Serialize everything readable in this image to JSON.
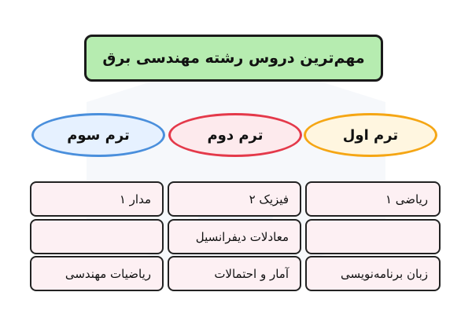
{
  "title": "مهم‌ترین دروس رشته مهندسی برق",
  "terms": [
    {
      "label": "ترم اول",
      "color": "#f5a614",
      "courses": [
        "ریاضی ۱",
        "",
        "زبان برنامه‌نویسی"
      ]
    },
    {
      "label": "ترم دوم",
      "color": "#e4394a",
      "courses": [
        "فیزیک ۲",
        "معادلات دیفرانسیل",
        "آمار و احتمالات"
      ]
    },
    {
      "label": "ترم سوم",
      "color": "#4a8fdc",
      "courses": [
        "مدار ۱",
        "",
        "ریاضیات مهندسی"
      ]
    }
  ],
  "colors": {
    "title_fill": "#b6ecb0",
    "cell_fill": "#fdf0f3",
    "border": "#1a1a1a"
  }
}
